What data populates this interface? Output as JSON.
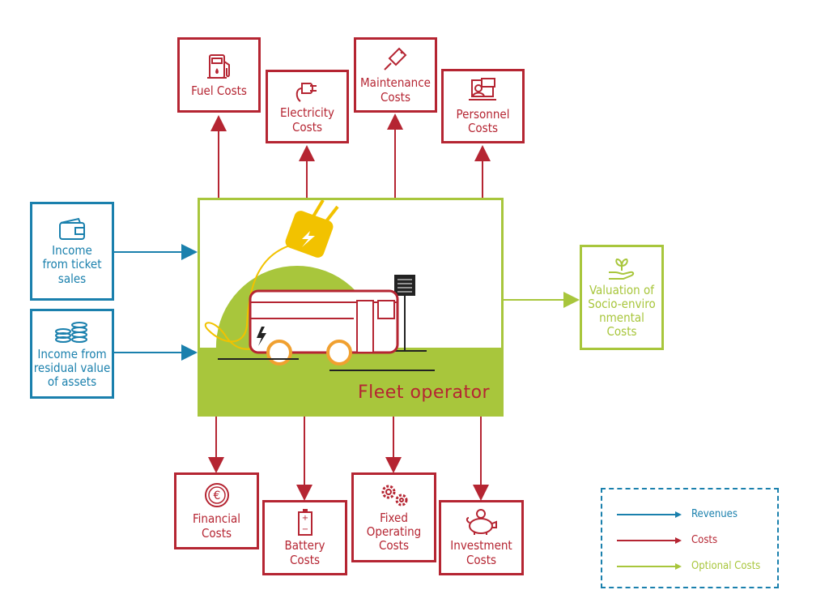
{
  "operator": {
    "label": "Fleet operator"
  },
  "cost_boxes_top": [
    {
      "label": "Fuel Costs",
      "icon": "fuel-pump-icon"
    },
    {
      "label": "Electricity\nCosts",
      "icon": "plug-icon"
    },
    {
      "label": "Maintenance\nCosts",
      "icon": "screwdriver-icon"
    },
    {
      "label": "Personnel\nCosts",
      "icon": "staff-laptop-icon"
    }
  ],
  "cost_boxes_bottom": [
    {
      "label": "Financial\nCosts",
      "icon": "euro-coin-icon"
    },
    {
      "label": "Battery\nCosts",
      "icon": "battery-icon"
    },
    {
      "label": "Fixed\nOperating\nCosts",
      "icon": "gears-icon"
    },
    {
      "label": "Investment\nCosts",
      "icon": "piggy-bank-icon"
    }
  ],
  "revenues": [
    {
      "label": "Income\nfrom ticket\nsales",
      "icon": "wallet-icon"
    },
    {
      "label": "Income from\nresidual value\nof assets",
      "icon": "coin-stack-icon"
    }
  ],
  "optional": [
    {
      "label": "Valuation of\nSocio-enviro\nnmental\nCosts",
      "icon": "plant-hand-icon"
    }
  ],
  "legend": [
    {
      "label": "Revenues",
      "color": "#1a80ad"
    },
    {
      "label": "Costs",
      "color": "#b52532"
    },
    {
      "label": "Optional Costs",
      "color": "#a8c63c"
    }
  ],
  "colors": {
    "cost": "#b52532",
    "revenue": "#1a80ad",
    "optional": "#a8c63c",
    "ground": "#a8c63c",
    "plug": "#f2c200"
  }
}
